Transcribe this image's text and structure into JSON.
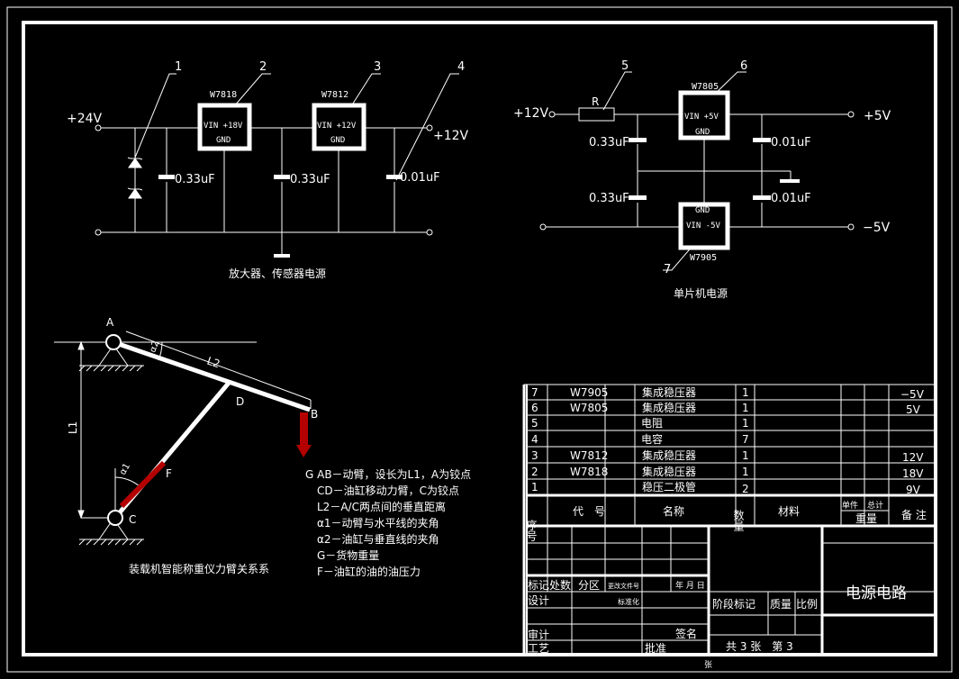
{
  "amp_circuit": {
    "supply_in": "+24V",
    "supply_out": "+12V",
    "callouts": [
      "1",
      "2",
      "3",
      "4"
    ],
    "reg1": {
      "name": "W7818",
      "line1": "VIN +18V",
      "line2": "GND"
    },
    "reg2": {
      "name": "W7812",
      "line1": "VIN +12V",
      "line2": "GND"
    },
    "cap1": "0.33uF",
    "cap2": "0.33uF",
    "cap3": "0.01uF",
    "caption": "放大器、传感器电源"
  },
  "mcu_circuit": {
    "supply_in": "+12V",
    "out_pos": "+5V",
    "out_neg": "−5V",
    "resistor": "R",
    "callouts": [
      "5",
      "6",
      "7"
    ],
    "reg_pos": {
      "name": "W7805",
      "line1": "VIN +5V",
      "line2": "GND"
    },
    "reg_neg": {
      "name": "W7905",
      "line1": "GND",
      "line2": "VIN -5V"
    },
    "cap_left_top": "0.33uF",
    "cap_left_bottom": "0.33uF",
    "cap_right_top": "0.01uF",
    "cap_right_bottom": "0.01uF",
    "caption": "单片机电源"
  },
  "mechanism": {
    "pt_a": "A",
    "pt_b": "B",
    "pt_c": "C",
    "pt_d": "D",
    "pt_f": "F",
    "len_l1": "L1",
    "len_l2": "L2",
    "angle_a1": "α1",
    "angle_a2": "α2",
    "caption": "装载机智能称重仪力臂关系系",
    "legend": [
      "G AB－动臂，设长为L1，A为铰点",
      "CD－油缸移动力臂，C为铰点",
      "L2－A/C两点间的垂直距离",
      "α1－动臂与水平线的夹角",
      "α2－油缸与垂直线的夹角",
      "G－货物重量",
      "F－油缸的油的油压力"
    ]
  },
  "parts_list": {
    "rows": [
      {
        "no": "7",
        "code": "W7905",
        "name": "集成稳压器",
        "qty": "1",
        "note": "−5V"
      },
      {
        "no": "6",
        "code": "W7805",
        "name": "集成稳压器",
        "qty": "1",
        "note": "5V"
      },
      {
        "no": "5",
        "code": "",
        "name": "电阻",
        "qty": "1",
        "note": ""
      },
      {
        "no": "4",
        "code": "",
        "name": "电容",
        "qty": "7",
        "note": ""
      },
      {
        "no": "3",
        "code": "W7812",
        "name": "集成稳压器",
        "qty": "1",
        "note": "12V"
      },
      {
        "no": "2",
        "code": "W7818",
        "name": "集成稳压器",
        "qty": "1",
        "note": "18V"
      },
      {
        "no": "1",
        "code": "",
        "name": "稳压二极管",
        "qty": "2",
        "note": "9V"
      }
    ],
    "header": {
      "no": "序号",
      "code": "代　号",
      "name": "名称",
      "qty": "数量",
      "material": "材料",
      "unit_wt": "单件",
      "total_wt": "总计",
      "weight": "重量",
      "note": "备 注"
    }
  },
  "title_block": {
    "title": "电源电路",
    "mark": "标记",
    "count": "处数",
    "zone": "分区",
    "change_doc": "更改文件号",
    "date": "年 月 日",
    "design": "设计",
    "standardize": "标准化",
    "stage_mark": "阶段标记",
    "mass": "质量",
    "scale": "比例",
    "review": "审计",
    "process": "工艺",
    "sign": "签名",
    "approve": "批准",
    "sheets": "共 3 张　第 3",
    "sheets_tail": "张"
  }
}
